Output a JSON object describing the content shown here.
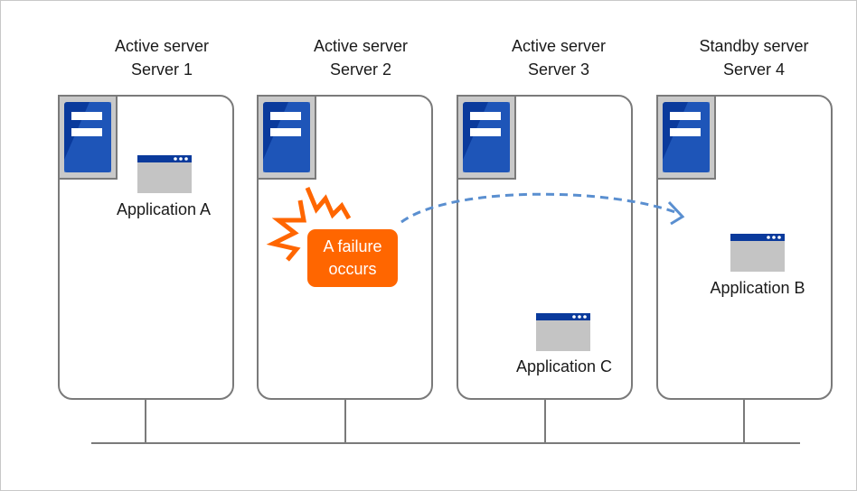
{
  "servers": [
    {
      "role": "Active server",
      "name": "Server 1"
    },
    {
      "role": "Active server",
      "name": "Server 2"
    },
    {
      "role": "Active server",
      "name": "Server 3"
    },
    {
      "role": "Standby server",
      "name": "Server 4"
    }
  ],
  "applications": {
    "a": "Application A",
    "b": "Application B",
    "c": "Application C"
  },
  "failure": {
    "line1": "A failure",
    "line2": "occurs"
  },
  "colors": {
    "server_blue": "#0a3a9c",
    "server_blue_light": "#2f6bd0",
    "failure_orange": "#ff6600",
    "arrow_blue": "#5a8fd0",
    "outline_gray": "#7a7a7a"
  }
}
